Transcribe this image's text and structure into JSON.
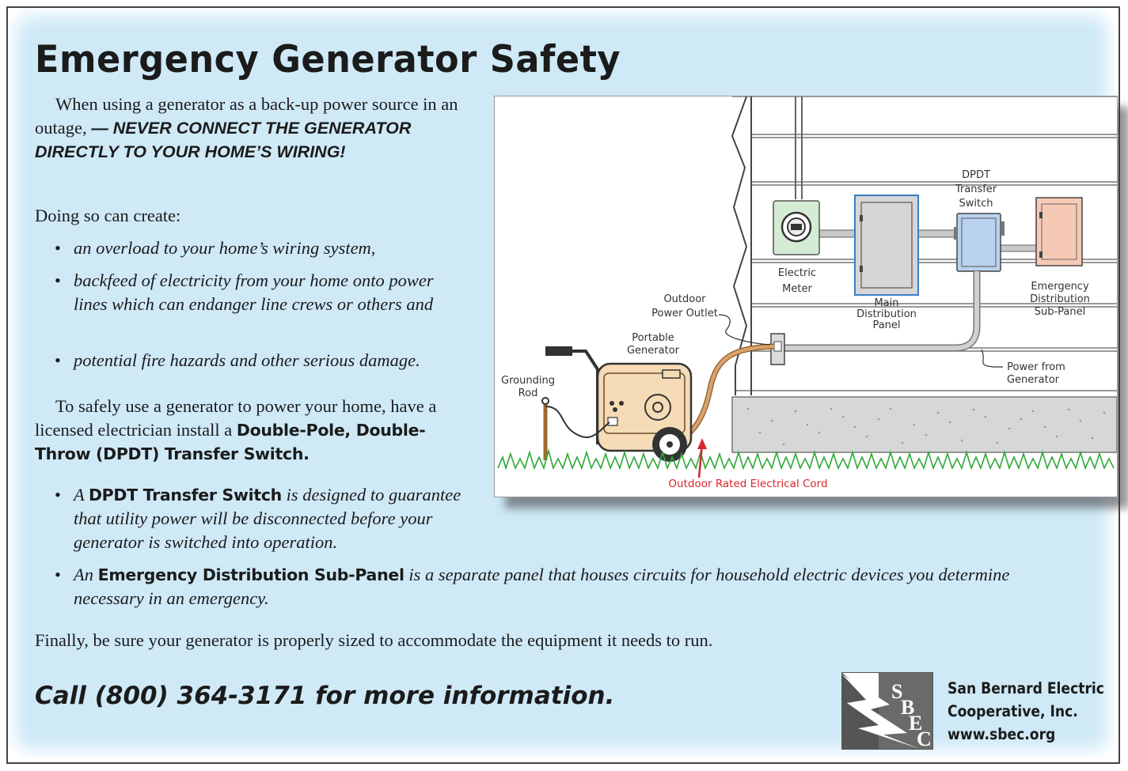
{
  "title": "Emergency Generator Safety",
  "intro": {
    "lead": "When using a generator as a back-up power source in an outage,",
    "warning": "— NEVER CONNECT THE GENERATOR DIRECTLY TO YOUR HOME’S WIRING!"
  },
  "risks": {
    "heading": "Doing so can create:",
    "items": [
      "an overload to your home’s wiring system,",
      "backfeed of electricity from your home onto power lines which can endanger line crews or others and",
      "potential fire hazards and other serious damage."
    ]
  },
  "safe_use": {
    "lead": "To safely use a generator to power your home, have a licensed electrician install a",
    "switch_name": "Double-Pole, Double-Throw (DPDT) Transfer Switch."
  },
  "definitions": [
    {
      "prefix": "A",
      "term": "DPDT Transfer Switch",
      "text": "is designed to guarantee that utility power will be disconnected before your generator is switched into operation."
    },
    {
      "prefix": "An",
      "term": "Emergency Distribution Sub-Panel",
      "text": "is a separate panel that houses circuits for household electric devices you determine necessary in an emergency."
    }
  ],
  "closing": "Finally, be sure your generator is properly sized to accommodate the equipment it needs to run.",
  "call": "Call (800) 364-3171 for more information.",
  "organization": {
    "logo_letters": [
      "S",
      "B",
      "E",
      "C"
    ],
    "name_line1": "San Bernard Electric",
    "name_line2": "Cooperative, Inc.",
    "website": "www.sbec.org"
  },
  "diagram": {
    "labels": {
      "electric_meter": [
        "Electric",
        "Meter"
      ],
      "main_panel": [
        "Main",
        "Distribution",
        "Panel"
      ],
      "transfer_switch": [
        "DPDT",
        "Transfer",
        "Switch"
      ],
      "sub_panel": [
        "Emergency",
        "Distribution",
        "Sub-Panel"
      ],
      "outlet": [
        "Outdoor",
        "Power Outlet"
      ],
      "generator": [
        "Portable",
        "Generator"
      ],
      "grounding_rod": [
        "Grounding",
        "Rod"
      ],
      "power_from_generator": [
        "Power from",
        "Generator"
      ],
      "cord": "Outdoor Rated Electrical Cord"
    },
    "colors": {
      "meter": "#d4ecd4",
      "main_panel": "#d6d6d6",
      "main_panel_border": "#3a7fc4",
      "transfer_switch": "#b9d2ee",
      "sub_panel": "#f6c9b4",
      "generator": "#f5dcb6",
      "cord": "#d9a26a",
      "grass": "#2ea836",
      "cord_label": "#d8262b"
    }
  }
}
